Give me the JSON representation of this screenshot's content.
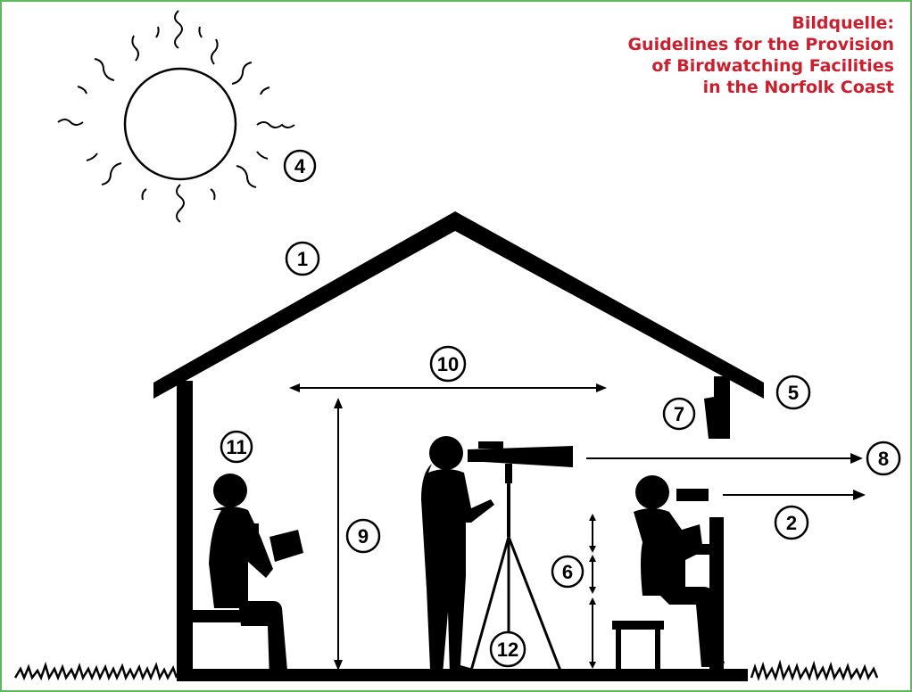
{
  "source_caption": {
    "line1": "Bildquelle:",
    "line2": "Guidelines for the Provision",
    "line3": "of Birdwatching Facilities",
    "line4": "in the Norfolk Coast"
  },
  "labels": {
    "n1": "1",
    "n2": "2",
    "n4": "4",
    "n5": "5",
    "n6": "6",
    "n7": "7",
    "n8": "8",
    "n9": "9",
    "n10": "10",
    "n11": "11",
    "n12": "12"
  },
  "colors": {
    "border": "#5fb85f",
    "caption": "#c8202f",
    "ink": "#000000"
  }
}
